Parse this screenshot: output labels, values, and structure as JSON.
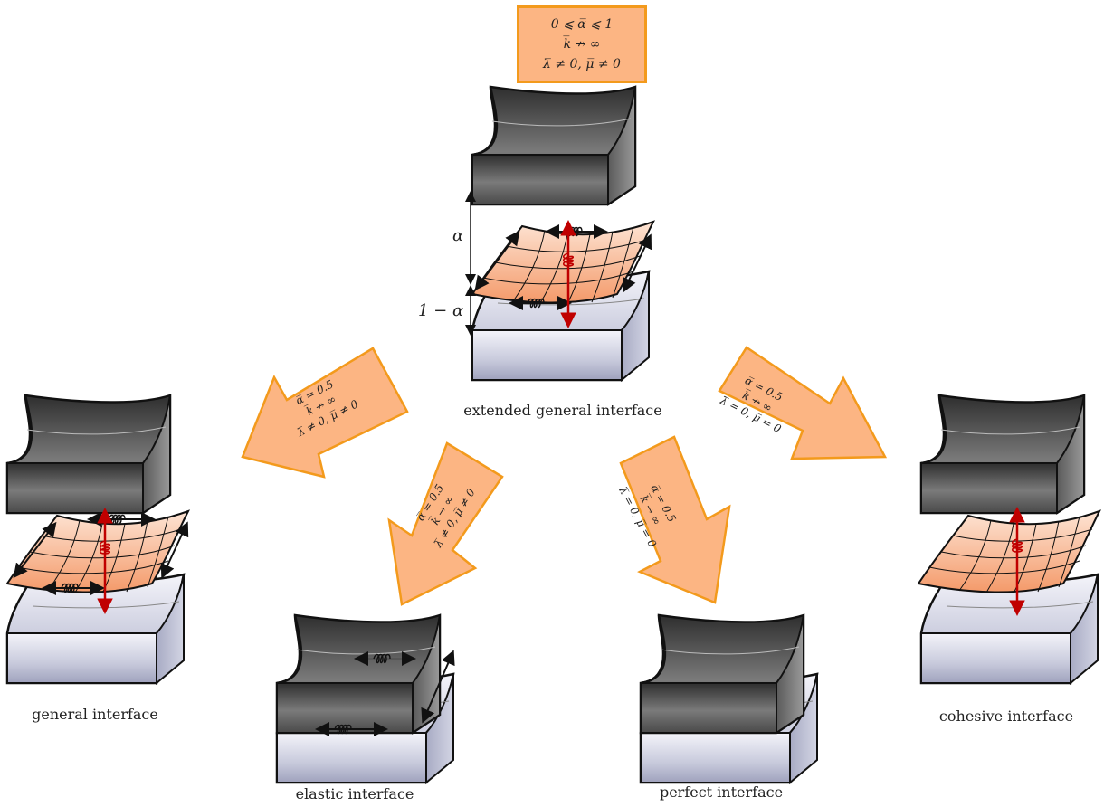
{
  "top_box": {
    "line1": "0 ⩽ α̅ ⩽ 1",
    "line2": "k̅ ↛ ∞",
    "line3": "λ̅ ≠ 0,   μ̅ ≠ 0"
  },
  "dims": {
    "upper": "α",
    "lower": "1 − α"
  },
  "captions": {
    "extended": "extended general interface",
    "general": "general interface",
    "elastic": "elastic interface",
    "perfect": "perfect interface",
    "cohesive": "cohesive interface"
  },
  "arrows": {
    "general": {
      "line1": "α̅ = 0.5",
      "line2": "k̅ ↛ ∞",
      "line3": "λ̅ ≠ 0,   μ̅ ≠ 0"
    },
    "elastic": {
      "line1": "α̅ = 0.5",
      "line2": "k̅ → ∞",
      "line3": "λ̅ ≠ 0,   μ̅ ≠ 0"
    },
    "perfect": {
      "line1": "α̅ = 0.5",
      "line2": "k̅ → ∞",
      "line3": "λ̅ = 0,   μ̅ = 0"
    },
    "cohesive": {
      "line1": "α̅ = 0.5",
      "line2": "k̅ ↛ ∞",
      "line3": "λ̅ = 0,   μ̅ = 0"
    }
  },
  "colors": {
    "arrow_fill": "#fcb583",
    "arrow_stroke": "#f39a1c",
    "interface": "#f9a57a",
    "spring_red": "#c00000"
  }
}
